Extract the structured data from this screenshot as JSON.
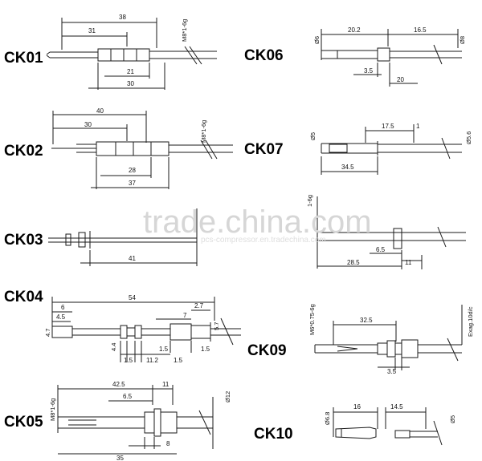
{
  "sheet": {
    "watermark": "trade.china.com",
    "watermark_sub": "pcs-compressor.en.tradechina.com"
  },
  "parts": [
    {
      "id": "ck01",
      "label": "CK01",
      "dims": [
        "38",
        "31",
        "M8*1-6g",
        "21",
        "30"
      ]
    },
    {
      "id": "ck02",
      "label": "CK02",
      "dims": [
        "40",
        "30",
        "M8*1-6g",
        "28",
        "37"
      ]
    },
    {
      "id": "ck03",
      "label": "CK03",
      "dims": [
        "41"
      ]
    },
    {
      "id": "ck04",
      "label": "CK04",
      "dims": [
        "54",
        "6",
        "2.7",
        "4.5",
        "7",
        "5.7",
        "4.7",
        "4.4",
        "1.5",
        "1.5",
        "1.5",
        "11.2",
        "1.5"
      ]
    },
    {
      "id": "ck05",
      "label": "CK05",
      "dims": [
        "M8*1-6g",
        "42.5",
        "11",
        "6.5",
        "Ø12",
        "8",
        "35"
      ]
    },
    {
      "id": "ck06",
      "label": "CK06",
      "dims": [
        "Ø6",
        "20.2",
        "16.5",
        "Ø8",
        "3.5",
        "20"
      ]
    },
    {
      "id": "ck07",
      "label": "CK07",
      "dims": [
        "Ø5",
        "17.5",
        "1",
        "Ø5.6",
        "34.5"
      ]
    },
    {
      "id": "ck08",
      "label": "",
      "dims": [
        "1-6g",
        "6.5",
        "28.5",
        "11"
      ]
    },
    {
      "id": "ck09",
      "label": "CK09",
      "dims": [
        "M6*0.75-6g",
        "32.5",
        "Exag.10d/c",
        "3.5"
      ]
    },
    {
      "id": "ck10",
      "label": "CK10",
      "dims": [
        "Ø6.8",
        "16",
        "14.5",
        "Ø5"
      ]
    }
  ]
}
